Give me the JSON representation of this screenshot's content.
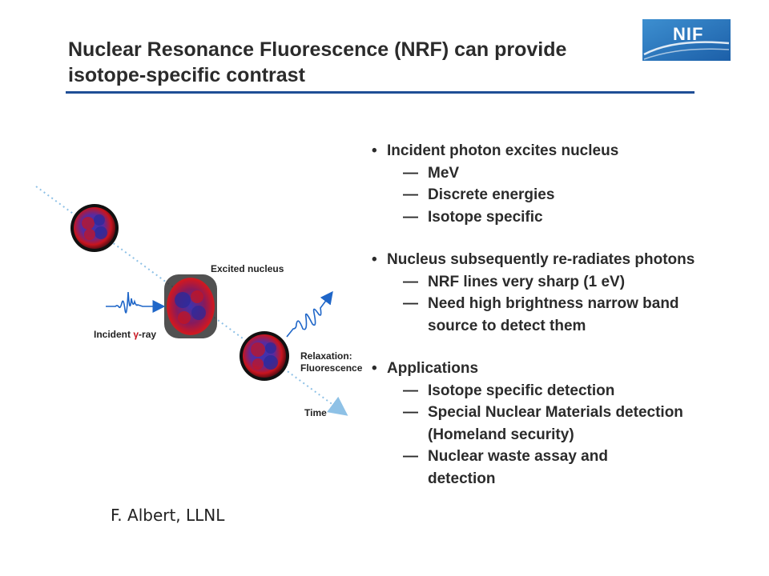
{
  "title": {
    "line1": "Nuclear Resonance Fluorescence (NRF) can provide",
    "line2": "isotope-specific contrast"
  },
  "logo": {
    "text": "NIF"
  },
  "diagram": {
    "excited_label": "Excited nucleus",
    "incident_prefix": "Incident ",
    "incident_symbol": "γ",
    "incident_suffix": "-ray",
    "relaxation_line1": "Relaxation:",
    "relaxation_line2": "Fluorescence",
    "time_label": "Time",
    "colors": {
      "nucleus_red": "#c8141e",
      "nucleus_blue": "#2a2a9a",
      "arrow": "#1f66c8",
      "dotted": "#8ec1e6"
    }
  },
  "bullets": [
    {
      "text": "Incident photon excites nucleus",
      "subs": [
        "MeV",
        "Discrete energies",
        "Isotope specific"
      ]
    },
    {
      "text": "Nucleus subsequently re-radiates photons",
      "subs": [
        "NRF lines very sharp (1 eV)",
        "Need high brightness narrow band source to detect them"
      ]
    },
    {
      "text": "Applications",
      "subs": [
        "Isotope specific detection",
        "Special Nuclear Materials detection (Homeland security)",
        "Nuclear waste assay and detection"
      ]
    }
  ],
  "bullet_symbol": "•",
  "dash_symbol": "—",
  "credit": "F. Albert, LLNL"
}
